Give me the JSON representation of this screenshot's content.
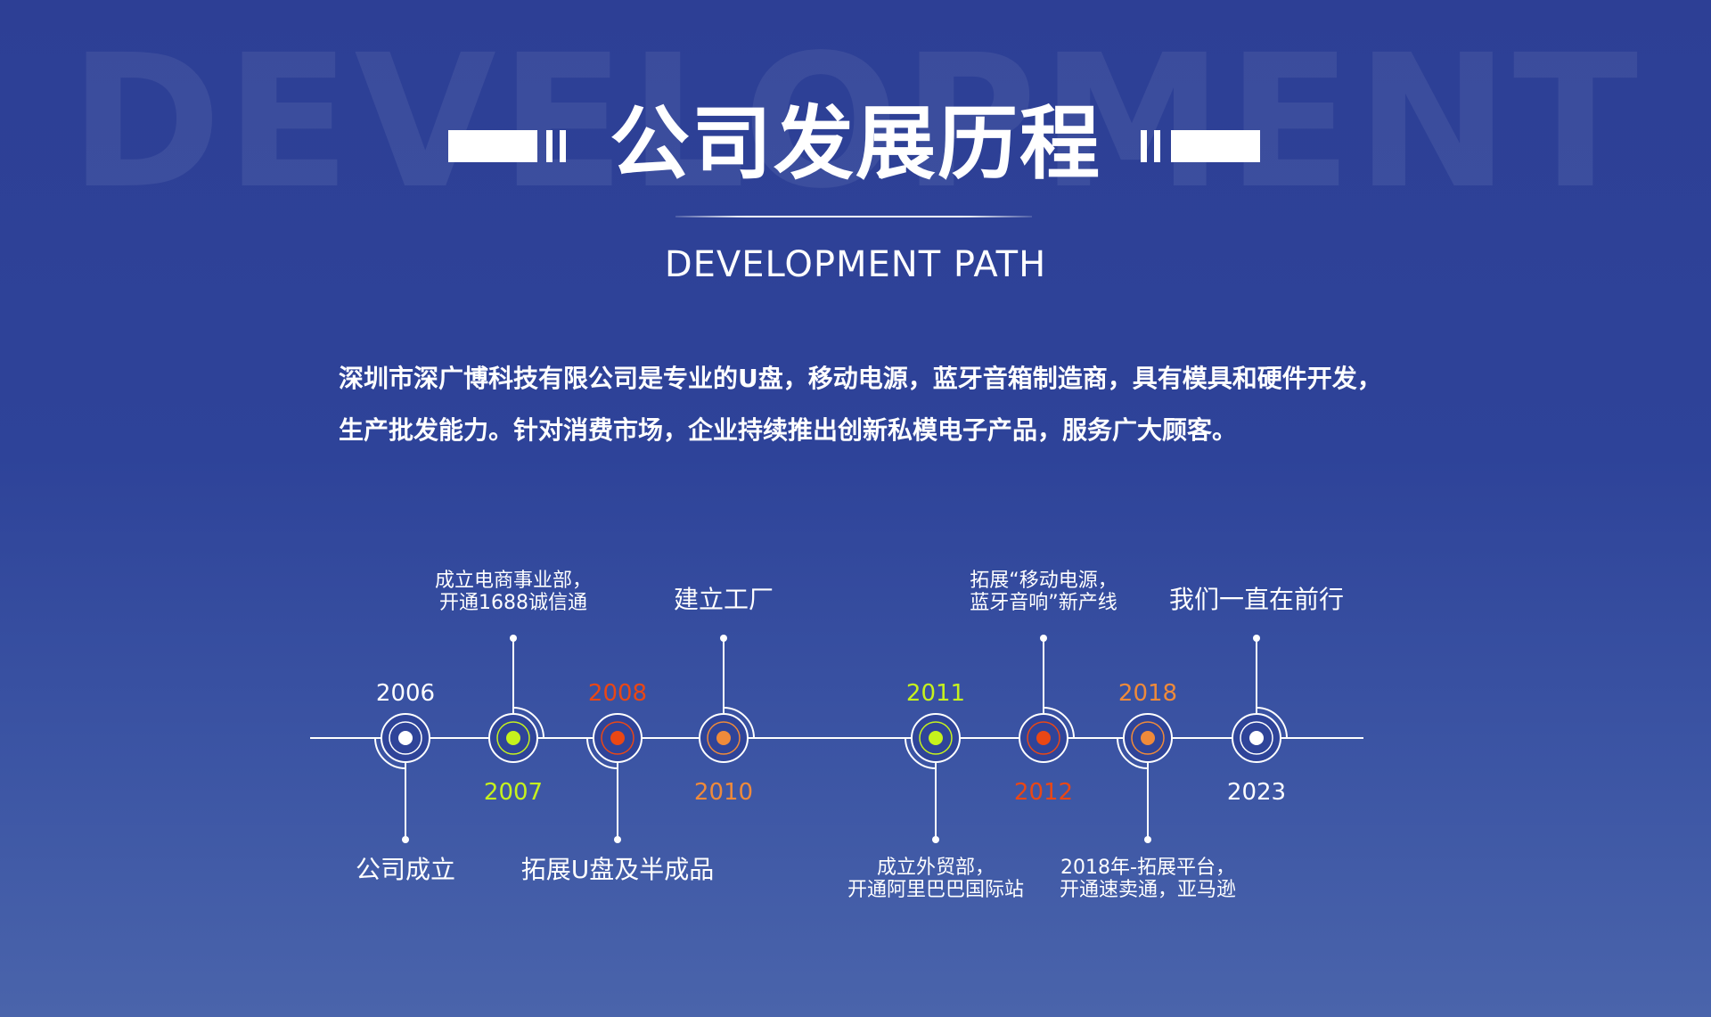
{
  "background_word": "DEVELOPMENT",
  "title": "公司发展历程",
  "subtitle": "DEVELOPMENT PATH",
  "intro": {
    "line1": "深圳市深广博科技有限公司是专业的U盘，移动电源，蓝牙音箱制造商，具有模具和硬件开发，",
    "line2": "生产批发能力。针对消费市场，企业持续推出创新私模电子产品，服务广大顾客。"
  },
  "colors": {
    "white": "#ffffff",
    "lime": "#c6f21d",
    "red": "#ea4715",
    "orange": "#ef8a3a"
  },
  "timeline": [
    {
      "year": "2006",
      "year_pos": "above",
      "color": "white",
      "desc_pos": "below",
      "desc": [
        "公司成立"
      ]
    },
    {
      "year": "2007",
      "year_pos": "below",
      "color": "lime",
      "desc_pos": "above",
      "desc": [
        "成立电商事业部，",
        "开通1688诚信通"
      ]
    },
    {
      "year": "2008",
      "year_pos": "above",
      "color": "red",
      "desc_pos": "below",
      "desc": [
        "拓展U盘及半成品"
      ]
    },
    {
      "year": "2010",
      "year_pos": "below",
      "color": "orange",
      "desc_pos": "above",
      "desc": [
        "建立工厂"
      ]
    },
    {
      "year": "2011",
      "year_pos": "above",
      "color": "lime",
      "desc_pos": "below",
      "desc": [
        "成立外贸部，",
        "开通阿里巴巴国际站"
      ]
    },
    {
      "year": "2012",
      "year_pos": "below",
      "color": "red",
      "desc_pos": "above",
      "desc": [
        "拓展“移动电源，",
        "蓝牙音响”新产线"
      ]
    },
    {
      "year": "2018",
      "year_pos": "above",
      "color": "orange",
      "desc_pos": "below",
      "desc": [
        "2018年-拓展平台，",
        "开通速卖通，亚马逊"
      ]
    },
    {
      "year": "2023",
      "year_pos": "below",
      "color": "white",
      "desc_pos": "above",
      "desc": [
        "我们一直在前行"
      ]
    }
  ]
}
